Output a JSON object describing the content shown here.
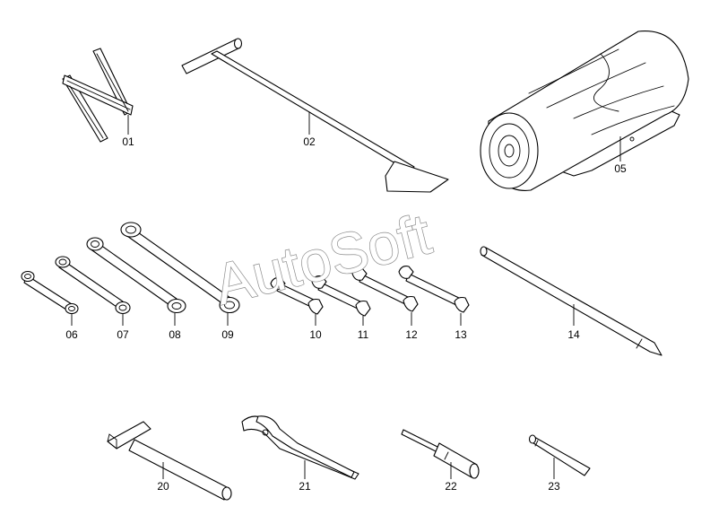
{
  "watermark": "AutoSoft",
  "parts": [
    {
      "id": "01",
      "label": "01"
    },
    {
      "id": "02",
      "label": "02"
    },
    {
      "id": "05",
      "label": "05"
    },
    {
      "id": "06",
      "label": "06"
    },
    {
      "id": "07",
      "label": "07"
    },
    {
      "id": "08",
      "label": "08"
    },
    {
      "id": "09",
      "label": "09"
    },
    {
      "id": "10",
      "label": "10"
    },
    {
      "id": "11",
      "label": "11"
    },
    {
      "id": "12",
      "label": "12"
    },
    {
      "id": "13",
      "label": "13"
    },
    {
      "id": "14",
      "label": "14"
    },
    {
      "id": "20",
      "label": "20"
    },
    {
      "id": "21",
      "label": "21"
    },
    {
      "id": "22",
      "label": "22"
    },
    {
      "id": "23",
      "label": "23"
    }
  ]
}
